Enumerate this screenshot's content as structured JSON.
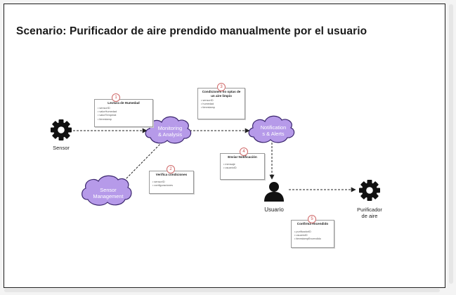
{
  "title": "Scenario: Purificador de aire prendido manualmente por el usuario",
  "nodes": {
    "sensor": "Sensor",
    "monitoring_l1": "Monitoring",
    "monitoring_l2": "& Analysis",
    "notifications_l1": "Notification",
    "notifications_l2": "s & Alerts",
    "sensor_mgmt_l1": "Sensor",
    "sensor_mgmt_l2": "Management",
    "usuario": "Usuario",
    "purificador_l1": "Purificador",
    "purificador_l2": "de aire"
  },
  "notes": [
    {
      "num": "1",
      "title": "Lectura de Humedad",
      "items": [
        "sensorID",
        "valorHumedad",
        "valorTemperat",
        "timestamp"
      ]
    },
    {
      "num": "2",
      "title": "Verifica condiciones",
      "items": [
        "sensorID",
        "configuraciones"
      ]
    },
    {
      "num": "3",
      "title": "Condiciones no optas de un aire limpio",
      "items": [
        "sensorID",
        "humedad",
        "timestamp"
      ]
    },
    {
      "num": "4",
      "title": "Enviar Notificación",
      "items": [
        "mensaje",
        "usuarioID"
      ]
    },
    {
      "num": "5",
      "title": "Confirma encendido",
      "items": [
        "purificadorID",
        "usuarioID",
        "timestampEncendido"
      ]
    }
  ],
  "colors": {
    "cloud_fill": "#b69ae9",
    "cloud_stroke": "#3a256e",
    "badge": "#c94f4f"
  },
  "icons": [
    "gear-icon",
    "gear-icon",
    "user-icon"
  ]
}
